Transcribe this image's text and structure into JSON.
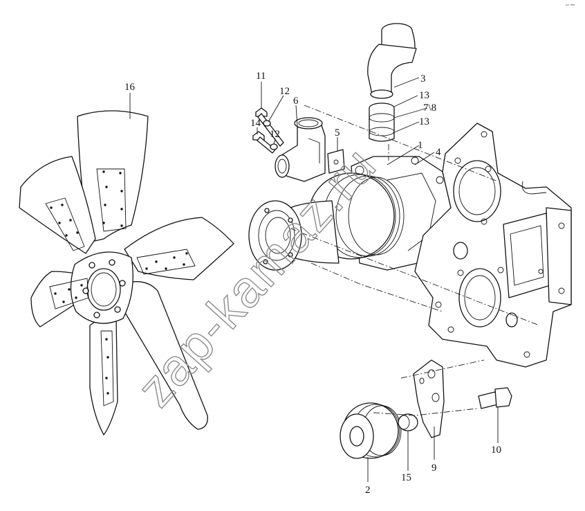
{
  "watermark": "zap-kamaz.ru",
  "corner_mark": "ᵉᵐ ⁰⁰⁰",
  "callouts": [
    {
      "id": "c16",
      "text": "16"
    },
    {
      "id": "c11",
      "text": "11"
    },
    {
      "id": "c12a",
      "text": "12"
    },
    {
      "id": "c6",
      "text": "6"
    },
    {
      "id": "c14",
      "text": "14"
    },
    {
      "id": "c12b",
      "text": "12"
    },
    {
      "id": "c5",
      "text": "5"
    },
    {
      "id": "c3",
      "text": "3"
    },
    {
      "id": "c13a",
      "text": "13"
    },
    {
      "id": "c78",
      "text": "7\\8"
    },
    {
      "id": "c13b",
      "text": "13"
    },
    {
      "id": "c1",
      "text": "1"
    },
    {
      "id": "c4",
      "text": "4"
    },
    {
      "id": "c10",
      "text": "10"
    },
    {
      "id": "c9",
      "text": "9"
    },
    {
      "id": "c15",
      "text": "15"
    },
    {
      "id": "c2",
      "text": "2"
    }
  ]
}
